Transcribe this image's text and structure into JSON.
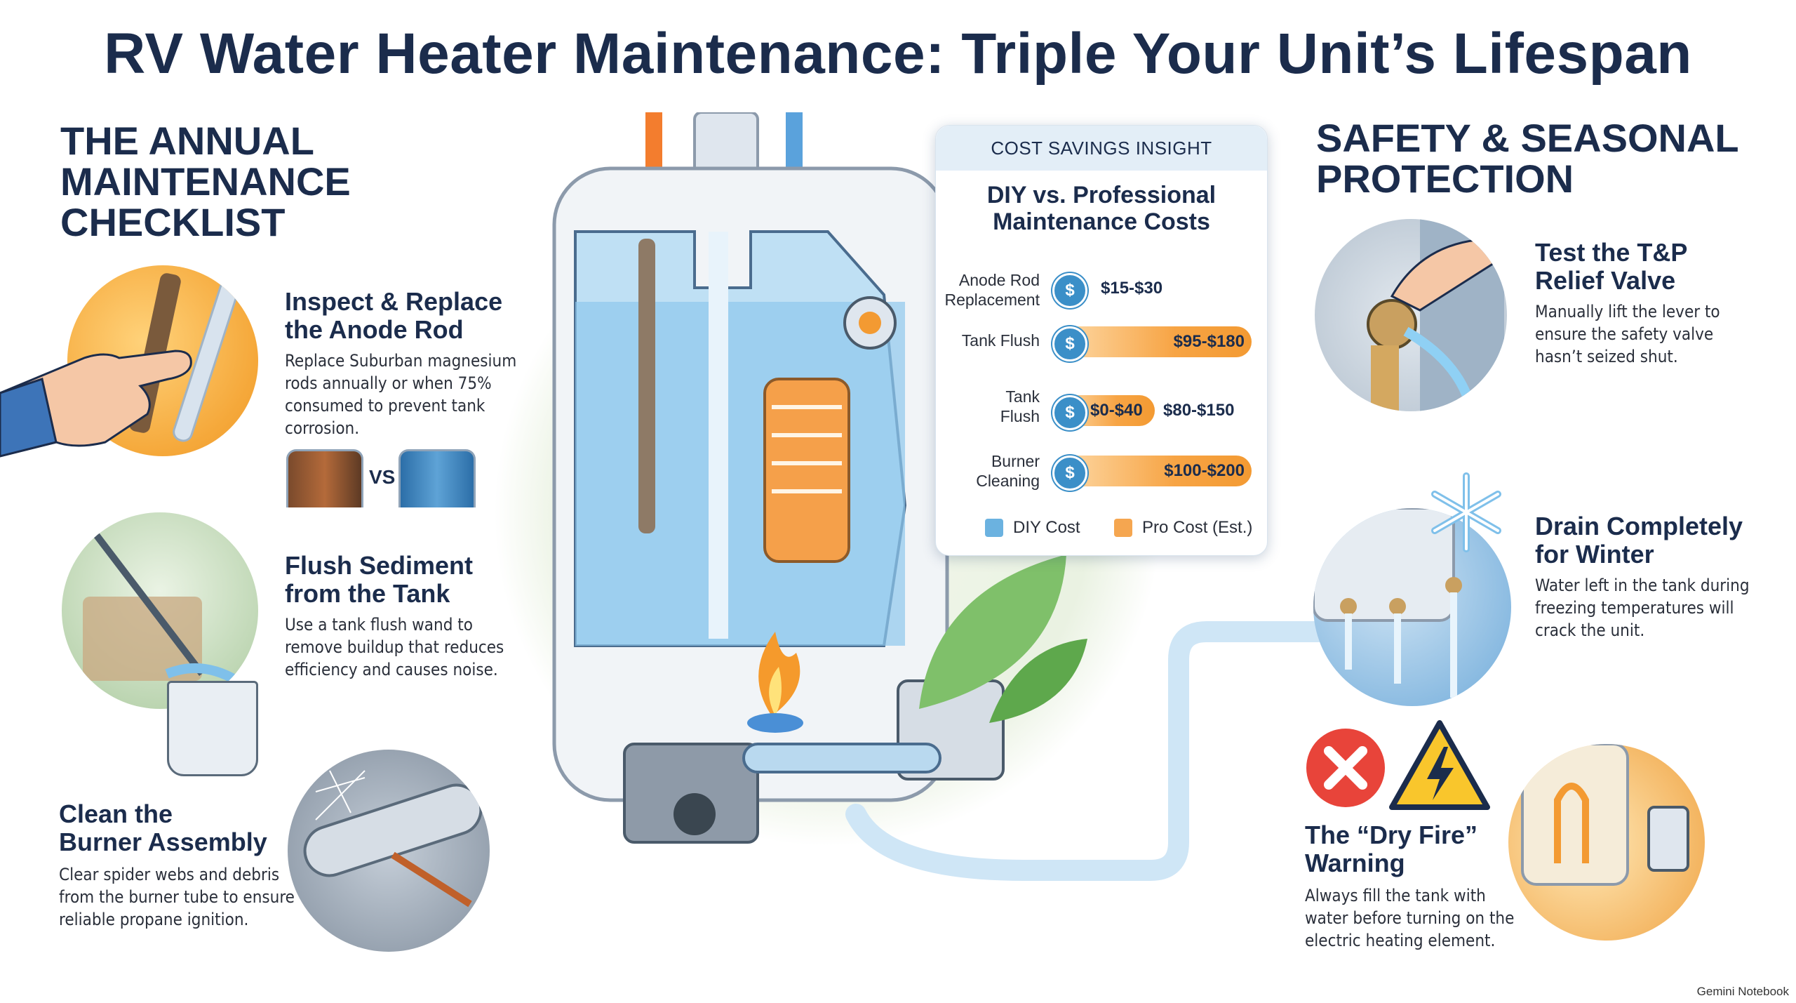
{
  "title": "RV Water Heater Maintenance: Triple Your Unit’s Lifespan",
  "left_section": {
    "heading": [
      "THE ANNUAL",
      "MAINTENANCE",
      "CHECKLIST"
    ],
    "items": [
      {
        "title": [
          "Inspect & Replace",
          "the Anode Rod"
        ],
        "body": [
          "Replace Suburban magnesium",
          "rods annually or when 75%",
          "consumed to prevent tank",
          "corrosion."
        ],
        "compare": "VS"
      },
      {
        "title": [
          "Flush Sediment",
          "from the Tank"
        ],
        "body": [
          "Use a tank flush wand to",
          "remove buildup that reduces",
          "efficiency and causes noise."
        ]
      },
      {
        "title": [
          "Clean the",
          "Burner Assembly"
        ],
        "body": [
          "Clear spider webs and debris",
          "from the burner tube to ensure",
          "reliable propane ignition."
        ]
      }
    ]
  },
  "cost_card": {
    "header": "COST SAVINGS INSIGHT",
    "title": [
      "DIY vs. Professional",
      "Maintenance Costs"
    ],
    "rows": [
      {
        "label": [
          "Anode Rod",
          "Replacement"
        ],
        "diy": "$15-$30",
        "pro": ""
      },
      {
        "label": [
          "Tank Flush"
        ],
        "diy": "",
        "pro": "$95-$180"
      },
      {
        "label": [
          "Tank",
          "Flush"
        ],
        "diy": "$0-$40",
        "pro": "$80-$150"
      },
      {
        "label": [
          "Burner",
          "Cleaning"
        ],
        "diy": "",
        "pro": "$100-$200"
      }
    ],
    "coin_symbol": "$",
    "legend": {
      "diy": "DIY Cost",
      "pro": "Pro Cost (Est.)"
    },
    "colors": {
      "diy": "#4a9fd6",
      "pro": "#f39a32"
    }
  },
  "right_section": {
    "heading": [
      "SAFETY & SEASONAL",
      "PROTECTION"
    ],
    "items": [
      {
        "title": [
          "Test the T&P",
          "Relief Valve"
        ],
        "body": [
          "Manually lift the lever to",
          "ensure the safety valve",
          "hasn’t seized shut."
        ]
      },
      {
        "title": [
          "Drain Completely",
          "for Winter"
        ],
        "body": [
          "Water left in the tank during",
          "freezing temperatures will",
          "crack the unit."
        ]
      },
      {
        "title": [
          "The “Dry Fire”",
          "Warning"
        ],
        "body": [
          "Always fill the tank with",
          "water before turning on the",
          "electric heating element."
        ]
      }
    ]
  },
  "brand": "Gemini Notebook"
}
